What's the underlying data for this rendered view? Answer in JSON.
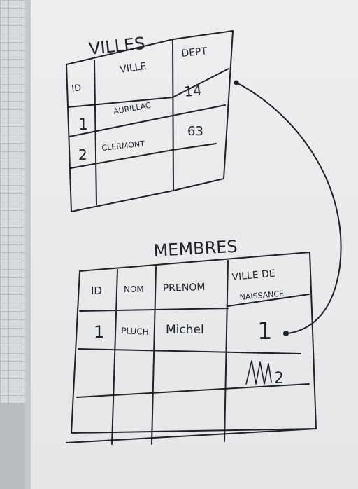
{
  "villes": {
    "title": "VILLES",
    "headers": [
      "ID",
      "VILLE",
      "DEPT"
    ],
    "rows": [
      [
        "1",
        "AURILLAC",
        "14"
      ],
      [
        "2",
        "CLERMONT",
        "63"
      ]
    ]
  },
  "membres": {
    "title": "MEMBRES",
    "headers": [
      "ID",
      "NOM",
      "PRENOM",
      "VILLE DE",
      "NAISSANCE"
    ],
    "rows": [
      [
        "1",
        "PLUCH",
        "Michel",
        "1"
      ],
      [
        "",
        "",
        "",
        "2"
      ]
    ]
  },
  "colors": {
    "ink": "#1f2125",
    "board": "#e9ebec"
  }
}
